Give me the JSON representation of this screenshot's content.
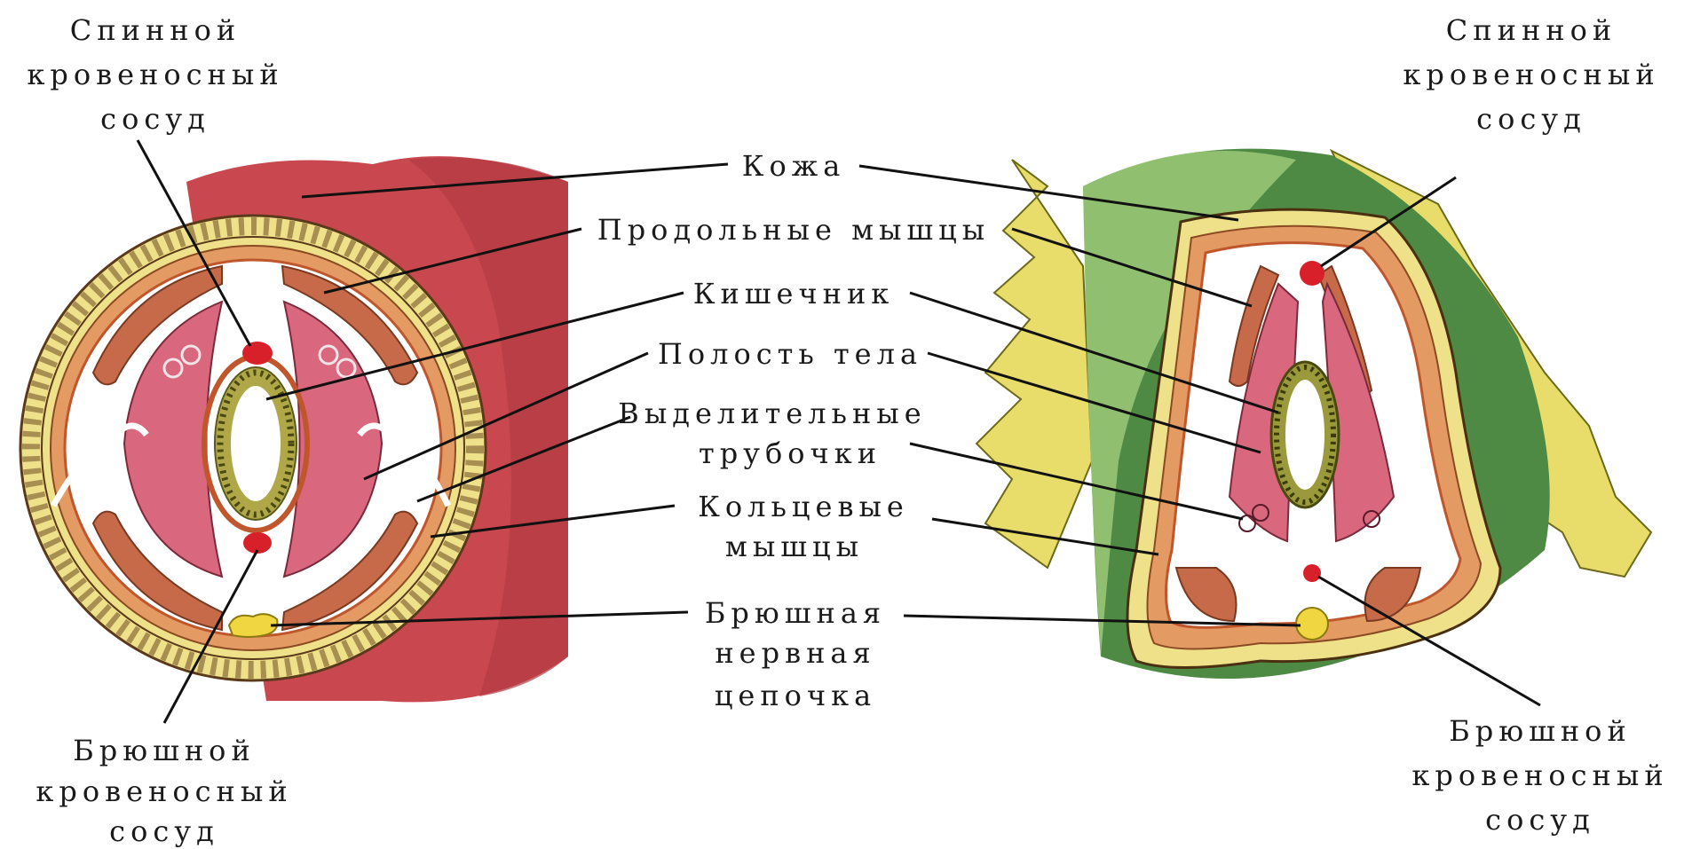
{
  "labels": {
    "left_dorsal_vessel": [
      "Спинной",
      "кровеносный",
      "сосуд"
    ],
    "right_dorsal_vessel": [
      "Спинной",
      "кровеносный",
      "сосуд"
    ],
    "skin": "Кожа",
    "longitudinal_muscles": "Продольные мышцы",
    "intestine": "Кишечник",
    "body_cavity": "Полость тела",
    "excretory_tubules": [
      "Выделительные",
      "трубочки"
    ],
    "ring_muscles": [
      "Кольцевые",
      "мышцы"
    ],
    "nerve_chain": [
      "Брюшная",
      "нервная",
      "цепочка"
    ],
    "left_ventral_vessel": [
      "Брюшной",
      "кровеносный",
      "сосуд"
    ],
    "right_ventral_vessel": [
      "Брюшной",
      "кровеносный",
      "сосуд"
    ]
  },
  "colors": {
    "skin_red": "#c9474e",
    "epidermis_yellow": "#efe08a",
    "muscle_pink": "#d9677e",
    "vessel_red": "#d8202a",
    "intestine_green": "#9a9a3c",
    "nerve_yellow": "#f0d640",
    "setae_yellow": "#e8dc6a",
    "cuticle_green": "#4f8a44"
  }
}
